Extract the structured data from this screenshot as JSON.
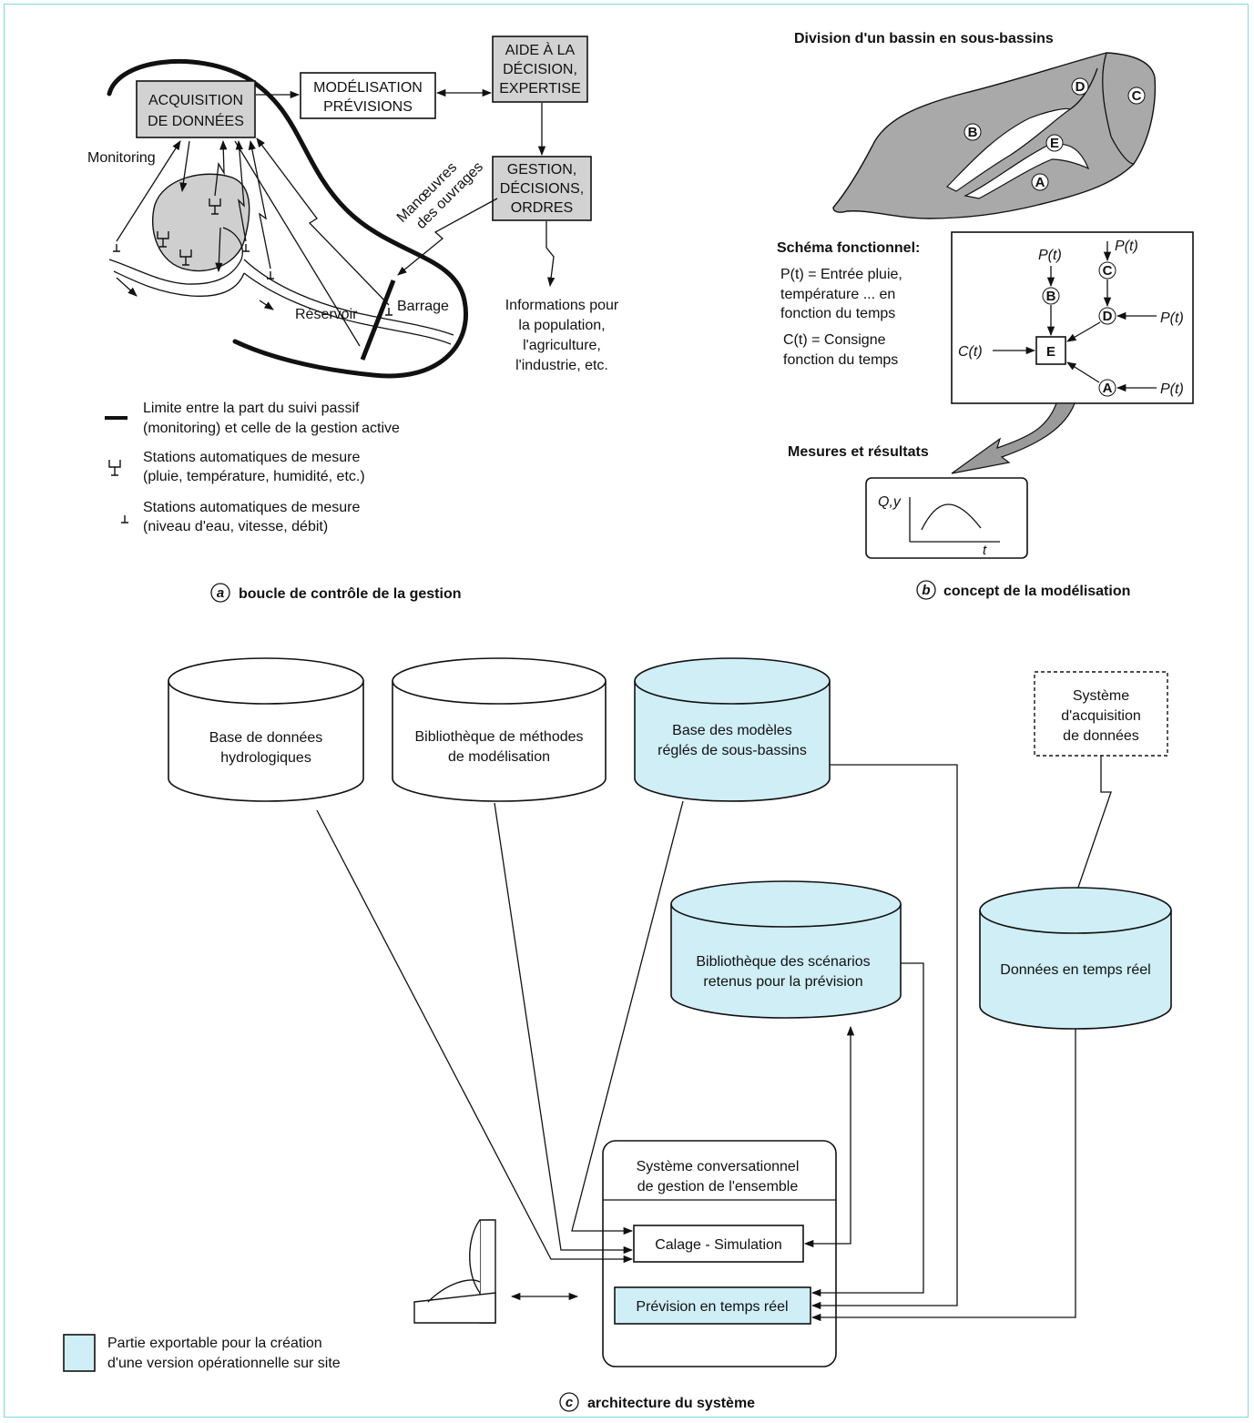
{
  "panel_a": {
    "acquisition": [
      "ACQUISITION",
      "DE DONNÉES"
    ],
    "modelisation": [
      "MODÉLISATION",
      "PRÉVISIONS"
    ],
    "aide": [
      "AIDE À LA",
      "DÉCISION,",
      "EXPERTISE"
    ],
    "gestion": [
      "GESTION,",
      "DÉCISIONS,",
      "ORDRES"
    ],
    "monitoring": "Monitoring",
    "manoeuvres": [
      "Manœuvres",
      "des ouvrages"
    ],
    "reservoir": "Réservoir",
    "barrage": "Barrage",
    "informations": [
      "Informations pour",
      "la population,",
      "l'agriculture,",
      "l'industrie, etc."
    ],
    "legend": [
      {
        "symbol": "thick-line",
        "lines": [
          "Limite entre la part du suivi passif",
          "(monitoring) et celle de la gestion active"
        ]
      },
      {
        "symbol": "rain-gauge",
        "lines": [
          "Stations automatiques de mesure",
          "(pluie, température, humidité, etc.)"
        ]
      },
      {
        "symbol": "level-gauge",
        "lines": [
          "Stations automatiques de mesure",
          "(niveau d'eau, vitesse, débit)"
        ]
      }
    ],
    "caption_letter": "a",
    "caption": "boucle de contrôle de la gestion"
  },
  "panel_b": {
    "title": "Division d'un bassin en sous-bassins",
    "subbasins": [
      "A",
      "B",
      "C",
      "D",
      "E"
    ],
    "schema_title": "Schéma fonctionnel:",
    "schema_lines": [
      "P(t) = Entrée pluie,",
      "température ... en",
      "fonction du temps",
      "C(t) = Consigne",
      "fonction du temps"
    ],
    "node_E": "E",
    "input_P": "P(t)",
    "input_C": "C(t)",
    "mesures": "Mesures et résultats",
    "axis_y": "Q,y",
    "axis_x": "t",
    "caption_letter": "b",
    "caption": "concept de la modélisation"
  },
  "panel_c": {
    "db1": [
      "Base de données",
      "hydrologiques"
    ],
    "db2": [
      "Bibliothèque de méthodes",
      "de modélisation"
    ],
    "db3": [
      "Base des modèles",
      "réglés de sous-bassins"
    ],
    "acq": [
      "Système",
      "d'acquisition",
      "de données"
    ],
    "db4": [
      "Bibliothèque des scénarios",
      "retenus pour la prévision"
    ],
    "db5": "Données en temps réel",
    "system": [
      "Système conversationnel",
      "de gestion de l'ensemble"
    ],
    "calage": "Calage - Simulation",
    "prevision": "Prévision en temps réel",
    "legend": [
      "Partie exportable pour la création",
      "d'une version opérationnelle sur site"
    ],
    "caption_letter": "c",
    "caption": "architecture du système"
  },
  "colors": {
    "export_fill": "#cfeef6",
    "box_grey": "#d2d2d2",
    "frame": "#7fd8e6"
  }
}
